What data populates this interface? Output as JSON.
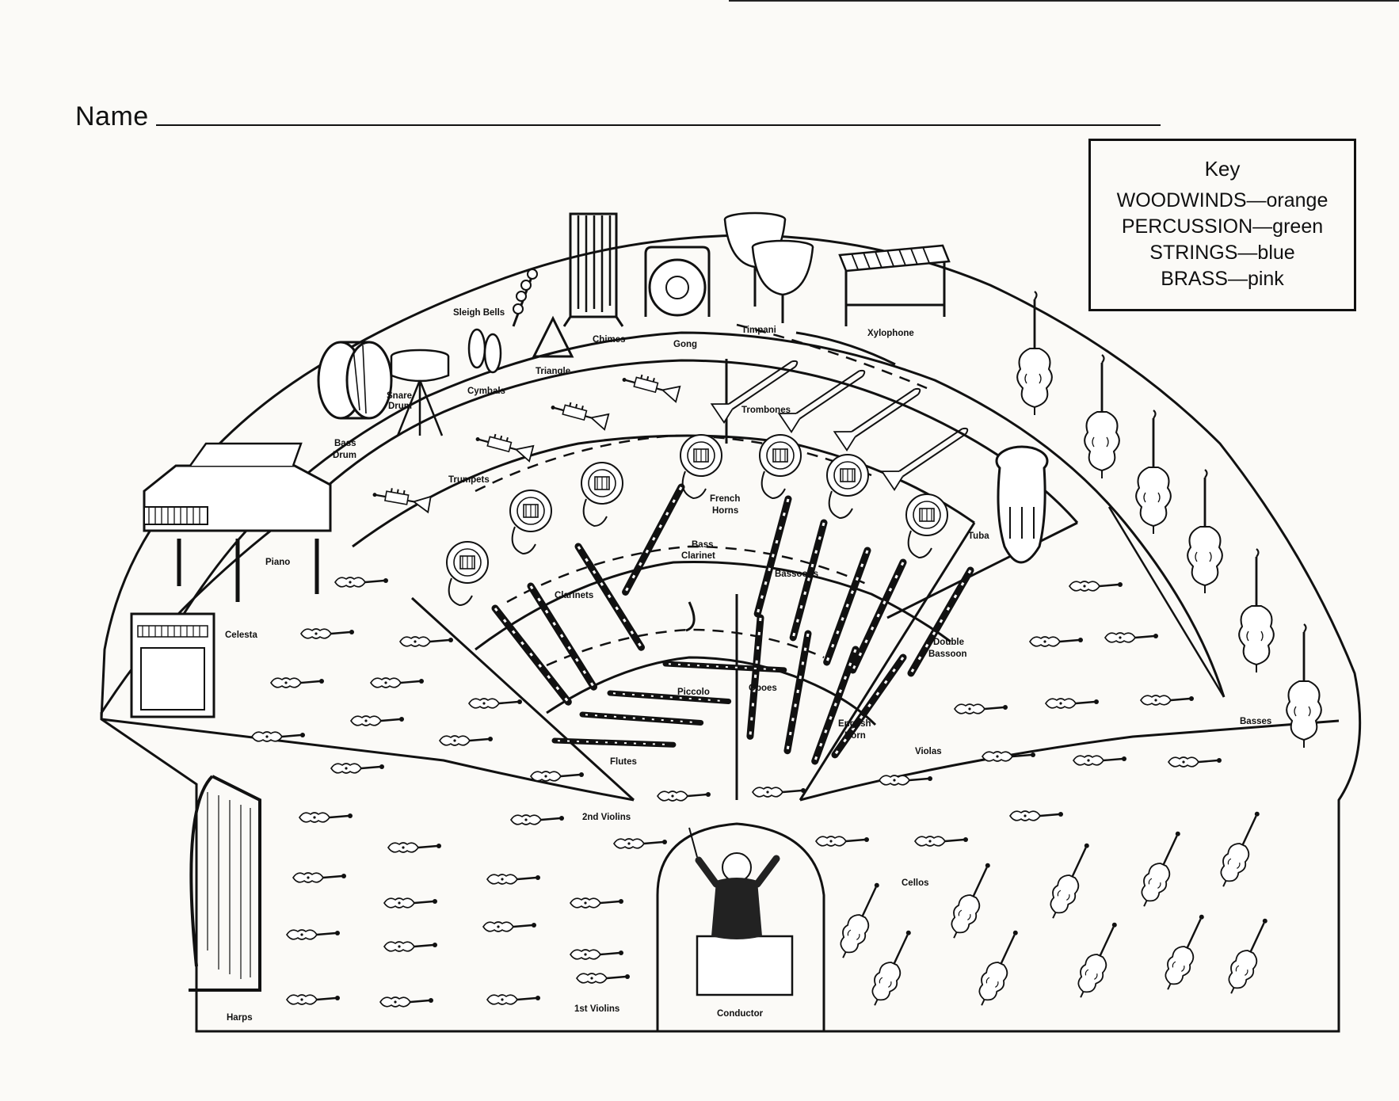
{
  "name_label": "Name",
  "key": {
    "title": "Key",
    "rows": [
      "WOODWINDS—orange",
      "PERCUSSION—green",
      "STRINGS—blue",
      "BRASS—pink"
    ]
  },
  "labels": {
    "sleigh_bells": "Sleigh Bells",
    "chimes": "Chimes",
    "gong": "Gong",
    "timpani": "Timpani",
    "xylophone": "Xylophone",
    "triangle": "Triangle",
    "cymbals": "Cymbals",
    "snare_drum_1": "Snare",
    "snare_drum_2": "Drum",
    "bass_drum_1": "Bass",
    "bass_drum_2": "Drum",
    "trombones": "Trombones",
    "trumpets": "Trumpets",
    "french_horns_1": "French",
    "french_horns_2": "Horns",
    "bass_clarinet_1": "Bass",
    "bass_clarinet_2": "Clarinet",
    "piano": "Piano",
    "celesta": "Celesta",
    "clarinets": "Clarinets",
    "bassoons": "Bassoons",
    "tuba": "Tuba",
    "double_bassoon_1": "Double",
    "double_bassoon_2": "Bassoon",
    "piccolo": "Piccolo",
    "oboes": "Oboes",
    "english_horn_1": "English",
    "english_horn_2": "Horn",
    "violas": "Violas",
    "basses": "Basses",
    "flutes": "Flutes",
    "second_violins": "2nd Violins",
    "cellos": "Cellos",
    "harps": "Harps",
    "first_violins": "1st Violins",
    "conductor": "Conductor"
  }
}
